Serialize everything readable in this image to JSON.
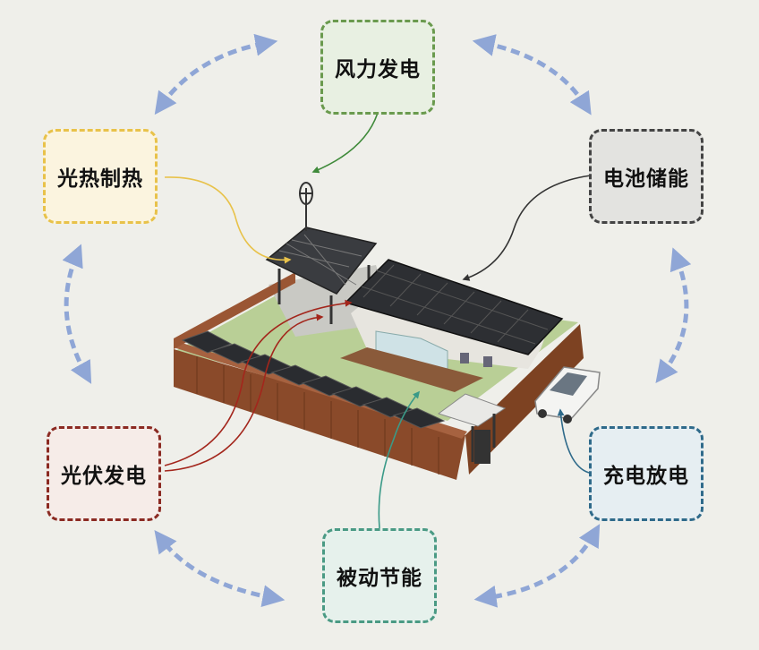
{
  "nodes": {
    "wind": {
      "label": "风力发电",
      "border": "#6a9a4e",
      "fill": "#e8f0e2"
    },
    "solar_heat": {
      "label": "光热制热",
      "border": "#e8c24a",
      "fill": "#fbf4df"
    },
    "battery": {
      "label": "电池储能",
      "border": "#444444",
      "fill": "#e3e3e0"
    },
    "pv": {
      "label": "光伏发电",
      "border": "#8b2a22",
      "fill": "#f6ece8"
    },
    "charging": {
      "label": "充电放电",
      "border": "#2f6a8a",
      "fill": "#e6eef2"
    },
    "passive": {
      "label": "被动节能",
      "border": "#4a9a84",
      "fill": "#e6f1ec"
    }
  },
  "colors": {
    "cycle_arrow": "#8fa6d6",
    "wind_line": "#3f8a3a",
    "heat_line": "#e8c24a",
    "battery_line": "#333333",
    "pv_line": "#a3261c",
    "charge_line": "#2f6a8a",
    "passive_line": "#3a9a88"
  }
}
